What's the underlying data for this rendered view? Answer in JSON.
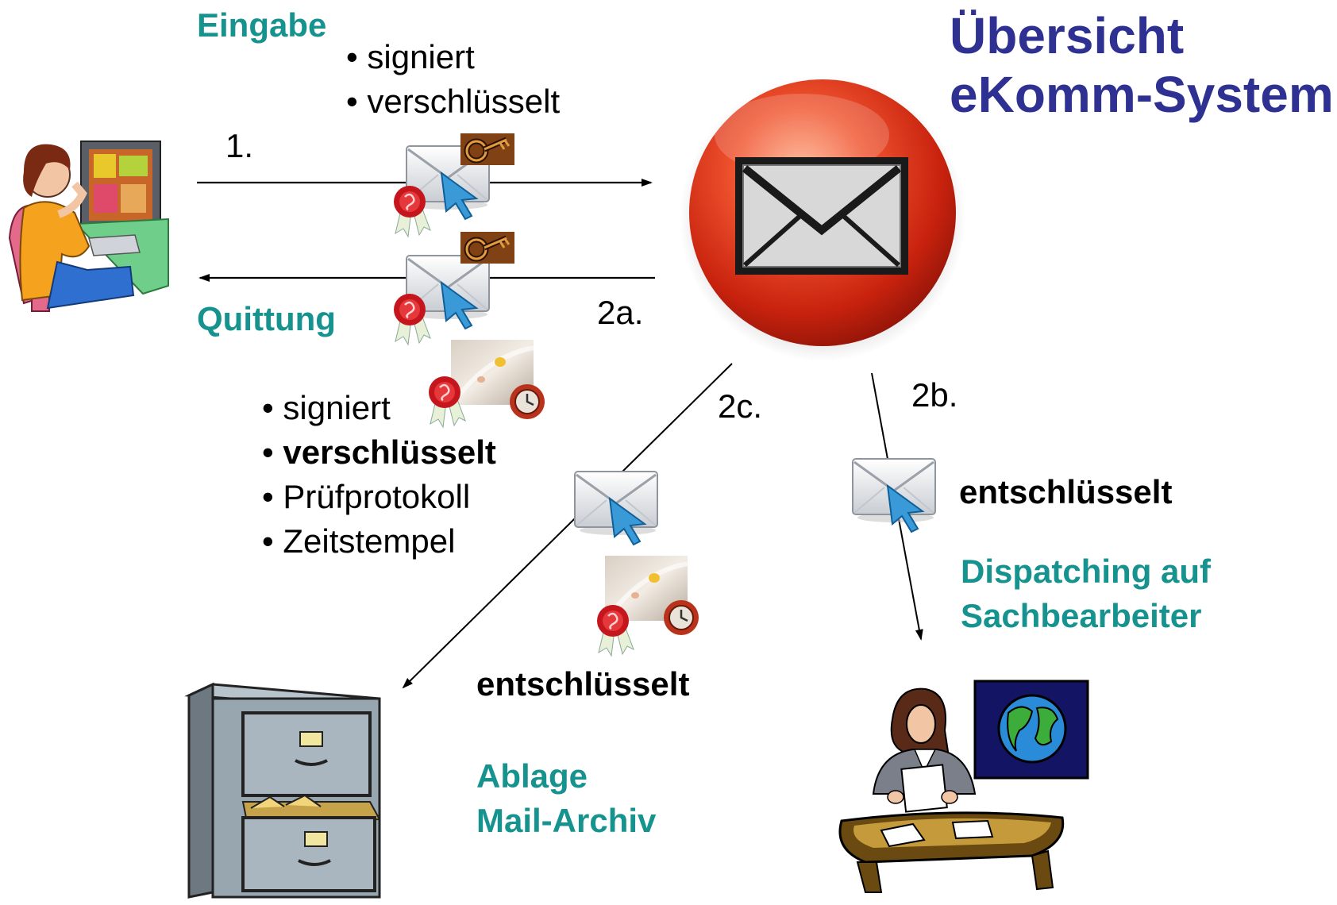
{
  "title": {
    "line1": "Übersicht",
    "line2": "eKomm-System"
  },
  "input": {
    "label": "Eingabe",
    "bullets": [
      "signiert",
      "verschlüsselt"
    ],
    "step": "1."
  },
  "receipt": {
    "label": "Quittung",
    "step": "2a.",
    "bullets": [
      "signiert",
      "verschlüsselt",
      "Prüfprotokoll",
      "Zeitstempel"
    ]
  },
  "archive_path": {
    "step": "2c.",
    "status": "entschlüsselt",
    "label_line1": "Ablage",
    "label_line2": "Mail-Archiv"
  },
  "dispatch_path": {
    "step": "2b.",
    "status": "entschlüsselt",
    "label_line1": "Dispatching auf",
    "label_line2": "Sachbearbeiter"
  },
  "colors": {
    "title": "#2e3192",
    "teal": "#16938f",
    "hub_red": "#e53a24"
  }
}
